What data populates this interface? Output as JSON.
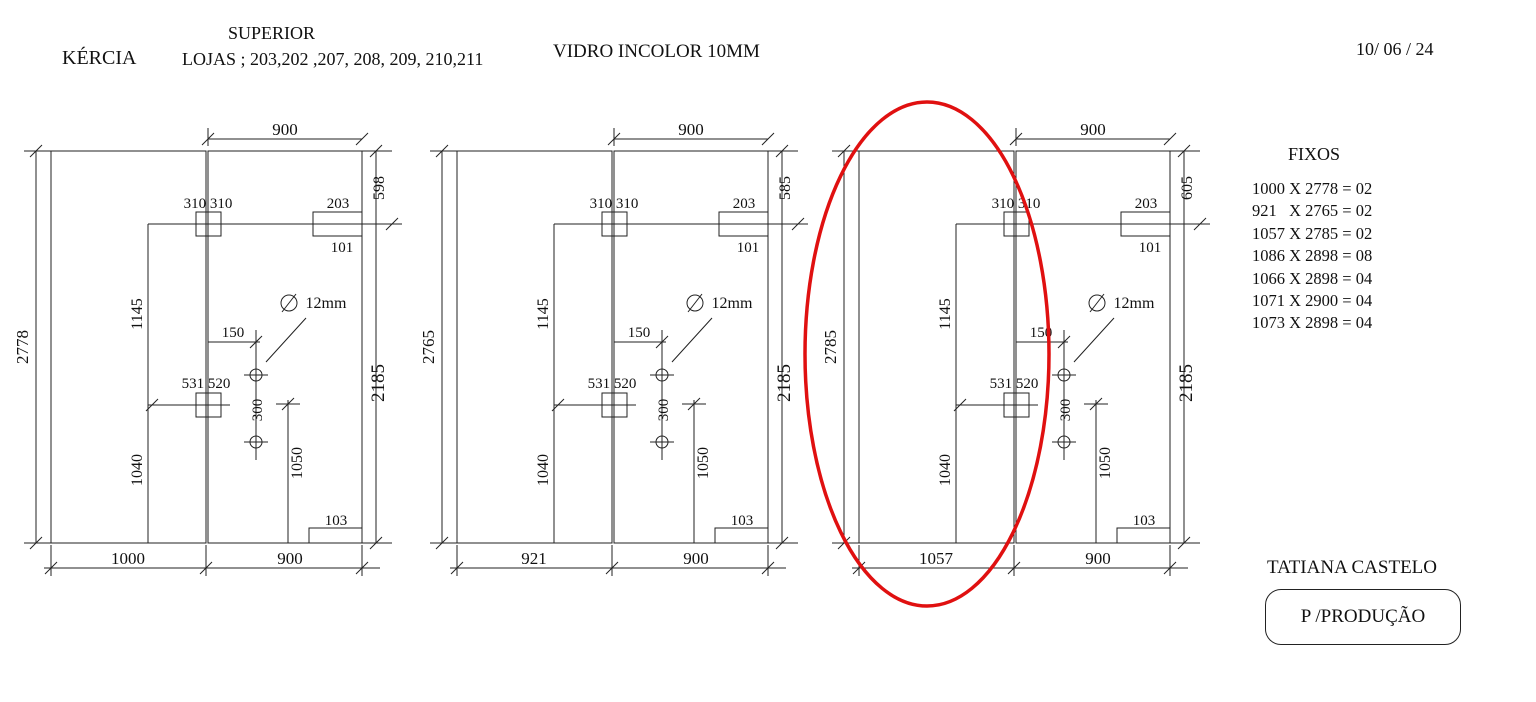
{
  "header": {
    "client": "KÉRCIA",
    "level": "SUPERIOR",
    "stores": "LOJAS ; 203,202 ,207, 208, 209, 210,211",
    "material": "VIDRO INCOLOR 10MM",
    "date": "10/ 06 / 24"
  },
  "panels": [
    {
      "width_left": "1000",
      "width_right": "900",
      "top_width": "900",
      "height_total": "2778",
      "height_lower_right": "2185",
      "height_top_right": "598",
      "hinge_top": "310 310",
      "hinge_mid": "531 520",
      "dim_1145": "1145",
      "dim_1040": "1040",
      "dim_150": "150",
      "dim_300": "300",
      "dim_1050": "1050",
      "hole": "12mm",
      "lock_top": "203",
      "lock_bottom": "101",
      "floor": "103",
      "highlighted": false
    },
    {
      "width_left": "921",
      "width_right": "900",
      "top_width": "900",
      "height_total": "2765",
      "height_lower_right": "2185",
      "height_top_right": "585",
      "hinge_top": "310 310",
      "hinge_mid": "531 520",
      "dim_1145": "1145",
      "dim_1040": "1040",
      "dim_150": "150",
      "dim_300": "300",
      "dim_1050": "1050",
      "hole": "12mm",
      "lock_top": "203",
      "lock_bottom": "101",
      "floor": "103",
      "highlighted": false
    },
    {
      "width_left": "1057",
      "width_right": "900",
      "top_width": "900",
      "height_total": "2785",
      "height_lower_right": "2185",
      "height_top_right": "605",
      "hinge_top": "310 310",
      "hinge_mid": "531 520",
      "dim_1145": "1145",
      "dim_1040": "1040",
      "dim_150": "150",
      "dim_300": "300",
      "dim_1050": "1050",
      "hole": "12mm",
      "lock_top": "203",
      "lock_bottom": "101",
      "floor": "103",
      "highlighted": true
    }
  ],
  "fixos": {
    "title": "FIXOS",
    "items": [
      "1000 X 2778 = 02",
      "921   X 2765 = 02",
      "1057 X 2785 = 02",
      "1086 X 2898 = 08",
      "1066 X 2898 = 04",
      "1071 X 2900 = 04",
      "1073 X 2898 = 04"
    ]
  },
  "signature": "TATIANA CASTELO",
  "stamp": "P /PRODUÇÃO",
  "colors": {
    "line": "#222222",
    "highlight": "#e01010"
  }
}
